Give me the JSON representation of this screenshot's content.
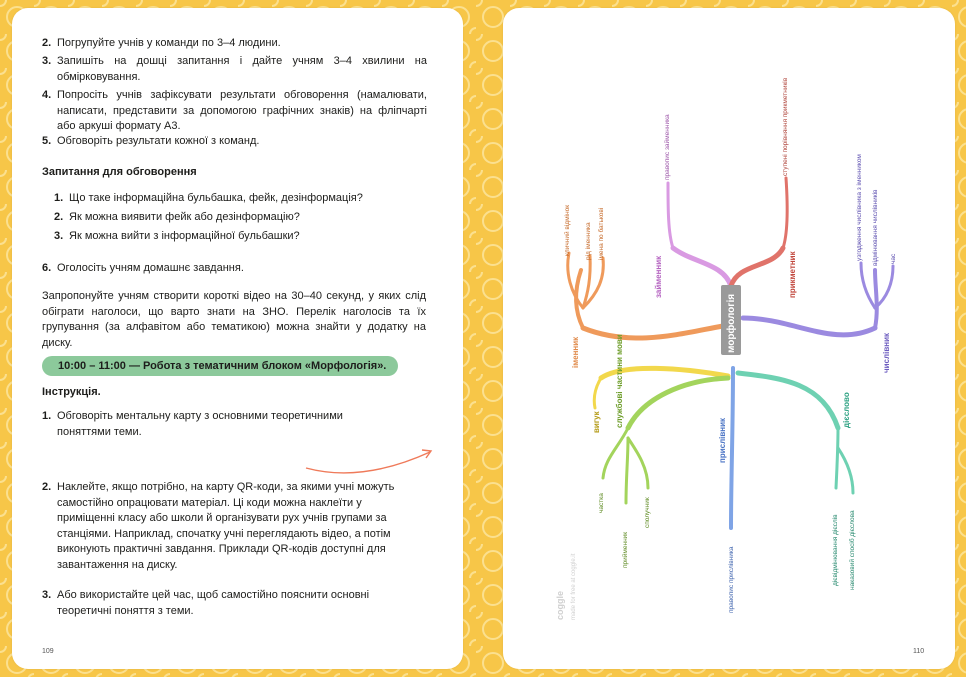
{
  "left_page": {
    "steps_top": [
      {
        "num": "2.",
        "text": "Погрупуйте учнів у команди по 3–4 людини."
      },
      {
        "num": "3.",
        "text": "Запишіть на дошці запитання і дайте учням 3–4 хвилини на обмірковування."
      },
      {
        "num": "4.",
        "text": "Попросіть учнів зафіксувати результати обговорення (намалювати, написати, представити за допомогою графічних знаків) на фліпчарті або аркуші формату А3."
      },
      {
        "num": "5.",
        "text": "Обговоріть результати кожної з команд."
      }
    ],
    "questions_heading": "Запитання для обговорення",
    "questions": [
      {
        "num": "1.",
        "text": "Що таке інформаційна бульбашка, фейк, дезінформація?"
      },
      {
        "num": "2.",
        "text": "Як можна виявити фейк або дезінформацію?"
      },
      {
        "num": "3.",
        "text": "Як можна вийти з інформаційної бульбашки?"
      }
    ],
    "step6": {
      "num": "6.",
      "text": "Оголосіть учням домашнє завдання."
    },
    "homework_paragraph": "Запропонуйте учням створити короткі відео на 30–40 секунд, у яких слід обіграти наголоси, що варто знати на ЗНО. Перелік наголосів та їх групування (за алфавітом або тематикою) можна знайти у додатку на диску.",
    "session_pill": "10:00 – 11:00 — Робота з тематичним блоком «Морфологія».",
    "instruction_heading": "Інструкція.",
    "instructions": [
      {
        "num": "1.",
        "text": "Обговоріть ментальну карту з основними теоретичними поняттями теми."
      },
      {
        "num": "2.",
        "text": "Наклейте, якщо потрібно, на карту QR-коди, за якими учні можуть самостійно опрацювати матеріал. Ці коди можна наклеїти у приміщенні класу або школи й організувати рух учнів групами за станціями. Наприклад, спочатку учні переглядають відео, а потім виконують практичні завдання. Приклади QR-кодів доступні для завантаження на диску."
      },
      {
        "num": "3.",
        "text": "Або використайте цей час, щоб самостійно пояснити основні теоретичні поняття з теми."
      }
    ],
    "page_number": "109"
  },
  "right_page": {
    "page_number": "110",
    "watermark_brand": "coggle",
    "watermark_sub": "made for free at coggle.it",
    "mindmap": {
      "center": "морфологія",
      "center_color": "#9a9a9a",
      "branches": {
        "imennyk": {
          "label": "іменник",
          "color": "#ef9a5b",
          "children": [
            "кличний відмінок",
            "рід іменника",
            "імена по батькові"
          ]
        },
        "zaimennyk": {
          "label": "займенник",
          "color": "#d99ae2",
          "children": [
            "правопис займенника"
          ]
        },
        "prykmetnyk": {
          "label": "прикметник",
          "color": "#e0736a",
          "children": [
            "ступені порівняння прикметників"
          ]
        },
        "chyslivnyk": {
          "label": "числівник",
          "color": "#9b8ae0",
          "children": [
            "узгодження числівника з іменником",
            "відмінювання числівників",
            "час"
          ]
        },
        "sluzhbovi": {
          "label": "службові частини мови",
          "color": "#a3d45c",
          "children": [
            "частка",
            "прийменник",
            "сполучник"
          ]
        },
        "vyhuk": {
          "label": "вигук",
          "color": "#f2d84c",
          "children": []
        },
        "pryslivnyk": {
          "label": "прислівник",
          "color": "#7fa4e6",
          "children": [
            "правопис прислівника"
          ]
        },
        "diieslovo": {
          "label": "дієслово",
          "color": "#6ed1b2",
          "children": [
            "дієвідмінювання дієслів",
            "наказовий спосіб дієслова"
          ]
        }
      }
    }
  },
  "colors": {
    "background": "#f7c648",
    "pill": "#8cc99b",
    "arrow": "#ef7a5a"
  }
}
